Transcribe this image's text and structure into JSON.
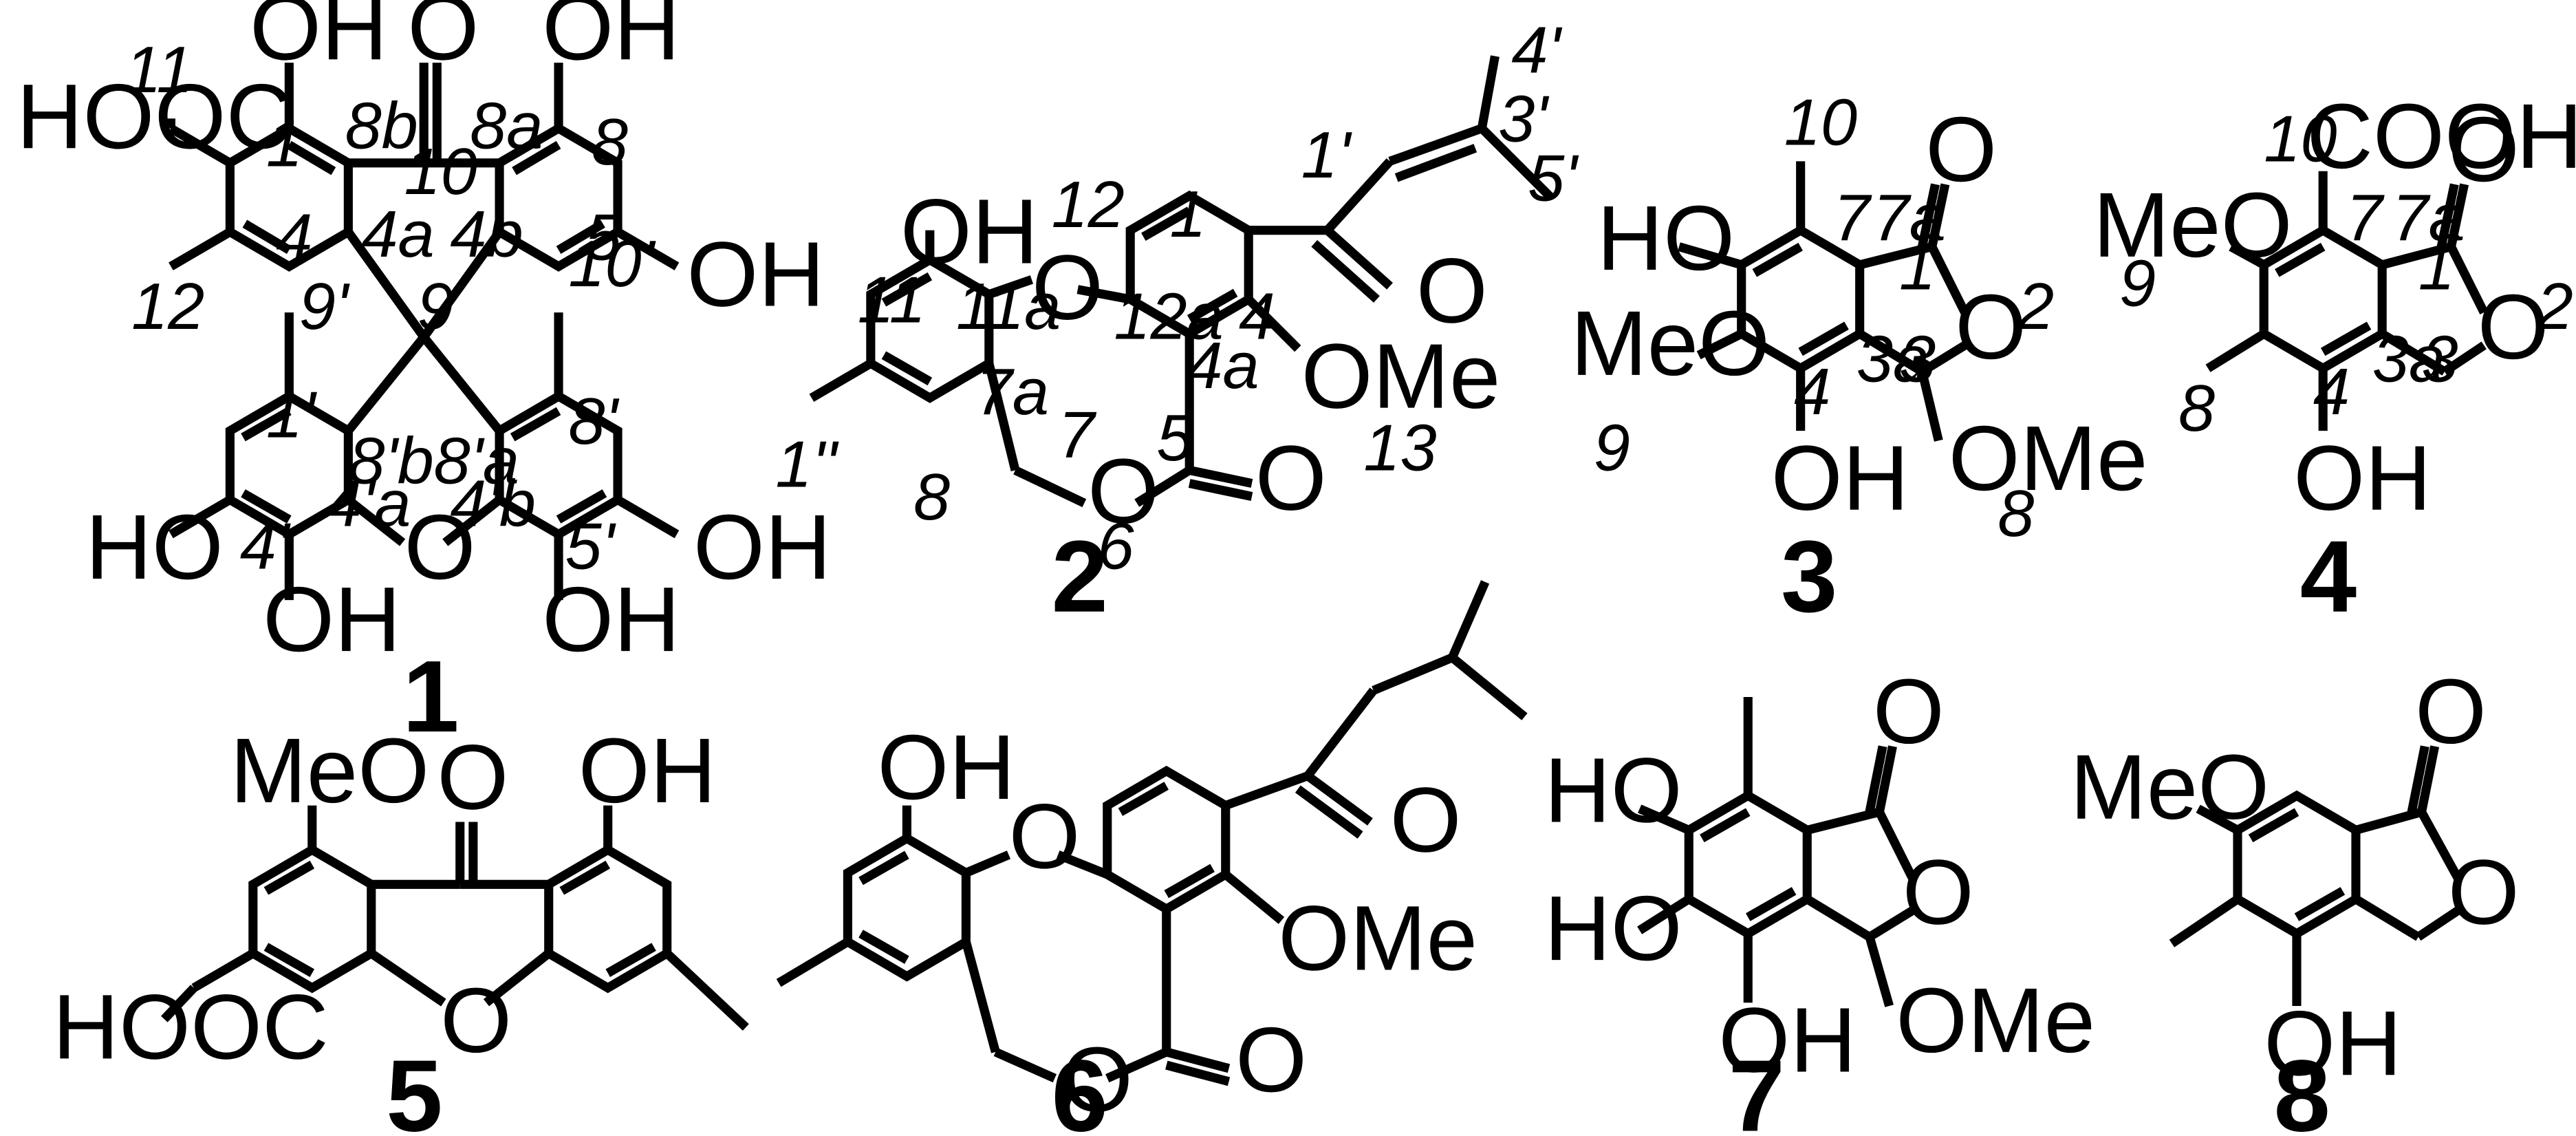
{
  "compounds": [
    {
      "id": "1",
      "atom_labels": [
        "OH",
        "O",
        "OH",
        "HOOC",
        "OH",
        "O",
        "HO",
        "OH",
        "OH",
        "OH"
      ],
      "numbering": [
        "11",
        "1",
        "8b",
        "10",
        "8a",
        "8",
        "4",
        "4a",
        "4b",
        "5",
        "12",
        "9'",
        "9",
        "10'",
        "1'",
        "8'b",
        "8'a",
        "8'",
        "4'",
        "4'a",
        "4'b",
        "5'"
      ]
    },
    {
      "id": "2",
      "atom_labels": [
        "OH",
        "O",
        "O",
        "OMe",
        "O",
        "O"
      ],
      "numbering": [
        "4'",
        "3'",
        "5'",
        "1'",
        "12",
        "1",
        "11",
        "11a",
        "12a",
        "4",
        "4a",
        "7a",
        "5",
        "7",
        "13",
        "1''",
        "8",
        "6"
      ]
    },
    {
      "id": "3",
      "atom_labels": [
        "HO",
        "O",
        "O",
        "MeO",
        "OMe",
        "OH"
      ],
      "numbering": [
        "10",
        "7",
        "7a",
        "1",
        "2",
        "3",
        "3a",
        "4",
        "9",
        "8"
      ]
    },
    {
      "id": "4",
      "atom_labels": [
        "COOH",
        "O",
        "MeO",
        "O",
        "OH"
      ],
      "numbering": [
        "10",
        "7",
        "7a",
        "1",
        "2",
        "9",
        "3",
        "3a",
        "4",
        "8"
      ]
    },
    {
      "id": "5",
      "atom_labels": [
        "MeO",
        "O",
        "OH",
        "HOOC",
        "O"
      ],
      "numbering": []
    },
    {
      "id": "6",
      "atom_labels": [
        "OH",
        "O",
        "O",
        "OMe",
        "O",
        "O"
      ],
      "numbering": []
    },
    {
      "id": "7",
      "atom_labels": [
        "O",
        "HO",
        "O",
        "HO",
        "OMe",
        "OH"
      ],
      "numbering": []
    },
    {
      "id": "8",
      "atom_labels": [
        "O",
        "MeO",
        "O",
        "OH"
      ],
      "numbering": []
    }
  ]
}
